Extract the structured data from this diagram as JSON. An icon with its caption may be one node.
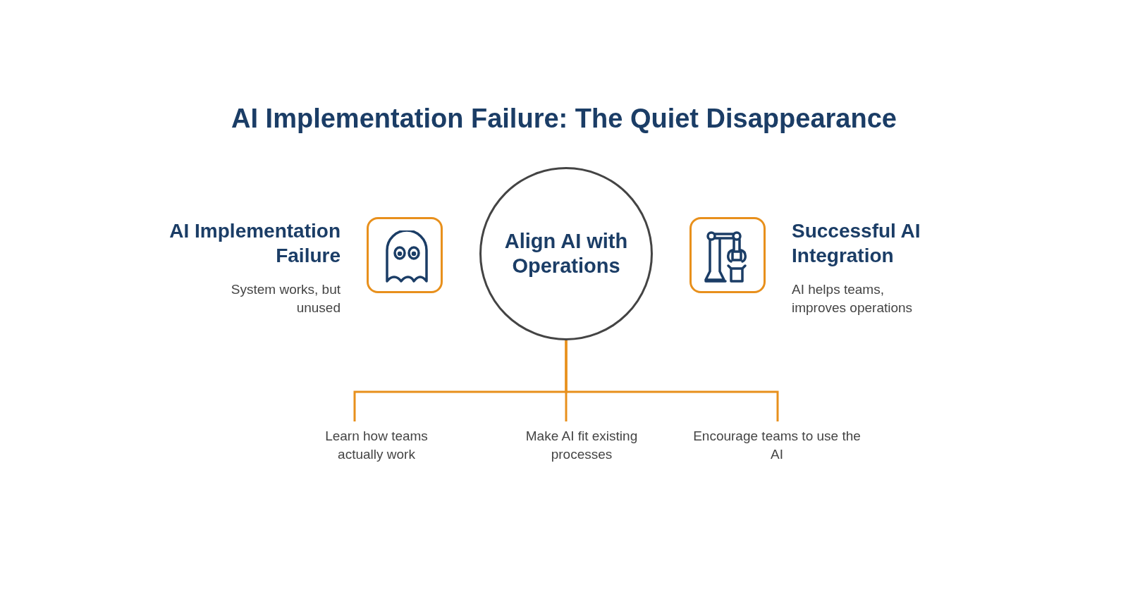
{
  "diagram": {
    "title": "AI Implementation Failure: The Quiet Disappearance",
    "nodes": [
      {
        "text": [
          "AI Implementation Failure",
          "System works, but unused"
        ]
      },
      {
        "text": [
          "Align AI with Operations"
        ]
      },
      {
        "text": [
          "Successful AI Integration",
          "AI helps teams, improves operations"
        ]
      },
      {
        "text": [
          "Learn how teams actually work"
        ]
      },
      {
        "text": [
          "Make AI fit existing processes"
        ]
      },
      {
        "text": [
          "Encourage teams to use the AI"
        ]
      }
    ],
    "edges": [
      {
        "from": 1,
        "to": 3,
        "arrow": "none"
      },
      {
        "from": 1,
        "to": 4,
        "arrow": "none"
      },
      {
        "from": 1,
        "to": 5,
        "arrow": "none"
      }
    ]
  }
}
